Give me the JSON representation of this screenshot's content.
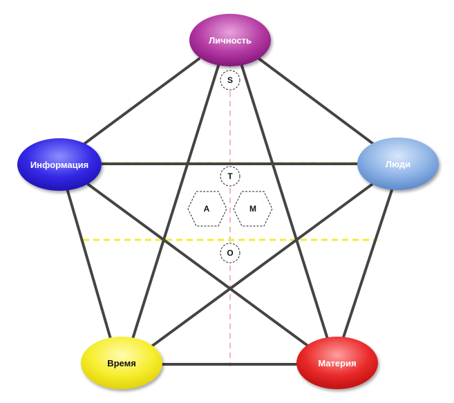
{
  "nodes": {
    "lichnost": {
      "label": "Личность",
      "color": "#9b1f8a",
      "text_color": "#ffffff"
    },
    "informatsiya": {
      "label": "Информация",
      "color": "#2f22d8",
      "text_color": "#ffffff"
    },
    "lyudi": {
      "label": "Люди",
      "color": "#6f9ad8",
      "text_color": "#ffffff"
    },
    "vremya": {
      "label": "Время",
      "color": "#f2ea1a",
      "text_color": "#111111"
    },
    "materiya": {
      "label": "Материя",
      "color": "#e0191c",
      "text_color": "#ffffff"
    }
  },
  "markers": {
    "s": "S",
    "t": "T",
    "o": "O",
    "a": "A",
    "m": "M"
  },
  "colors": {
    "edge": "#444444",
    "dashed_horizontal": "#f2ec3a",
    "dashed_vertical": "#f3b7b7"
  }
}
